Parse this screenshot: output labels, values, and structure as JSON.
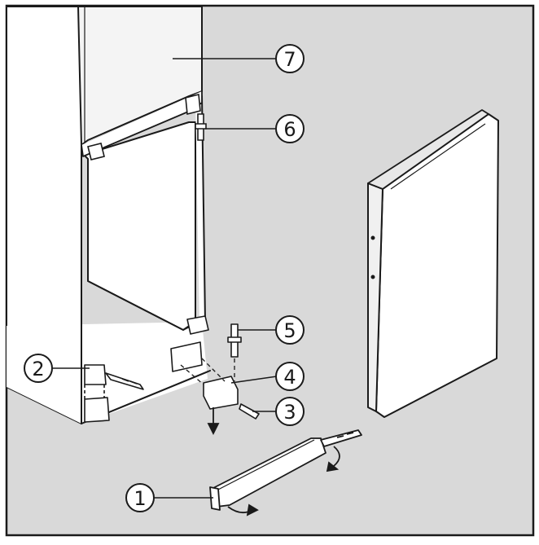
{
  "colors": {
    "background": "#d9d9d9",
    "paper": "#ffffff",
    "panel": "#f2f2f2",
    "line": "#1a1a1a"
  },
  "callouts": [
    {
      "id": "1",
      "label": "1"
    },
    {
      "id": "2",
      "label": "2"
    },
    {
      "id": "3",
      "label": "3"
    },
    {
      "id": "4",
      "label": "4"
    },
    {
      "id": "5",
      "label": "5"
    },
    {
      "id": "6",
      "label": "6"
    },
    {
      "id": "7",
      "label": "7"
    }
  ]
}
